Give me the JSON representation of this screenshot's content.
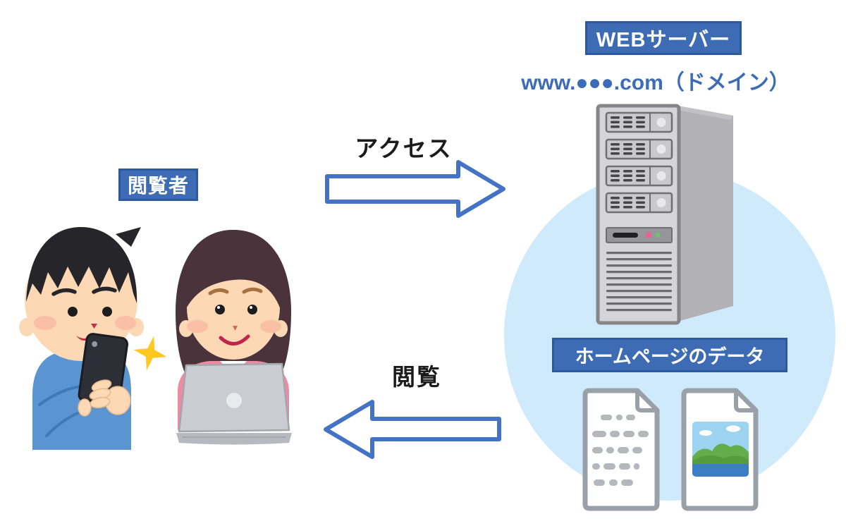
{
  "page": {
    "background": "#ffffff"
  },
  "labels": {
    "web_server": "WEBサーバー",
    "domain": "www.●●●.com（ドメイン）",
    "access": "アクセス",
    "viewer": "閲覧者",
    "browse": "閲覧",
    "homepage_data": "ホームページのデータ"
  },
  "colors": {
    "label-bg": "#3d6cb5",
    "label-border": "#2d579f",
    "label-text": "#ffffff",
    "domain-text": "#3c6cb8",
    "arrow-stroke": "#4472c4",
    "arrow-fill": "#ffffff",
    "circle-bg": "#cfeafb",
    "heading-text": "#1b1b1b",
    "page-bg": "#ffffff"
  },
  "illustrations": [
    "background-circle",
    "server-tower",
    "man-with-smartphone",
    "woman-with-laptop",
    "sparkle",
    "right-arrow",
    "left-arrow",
    "text-file",
    "image-file"
  ]
}
